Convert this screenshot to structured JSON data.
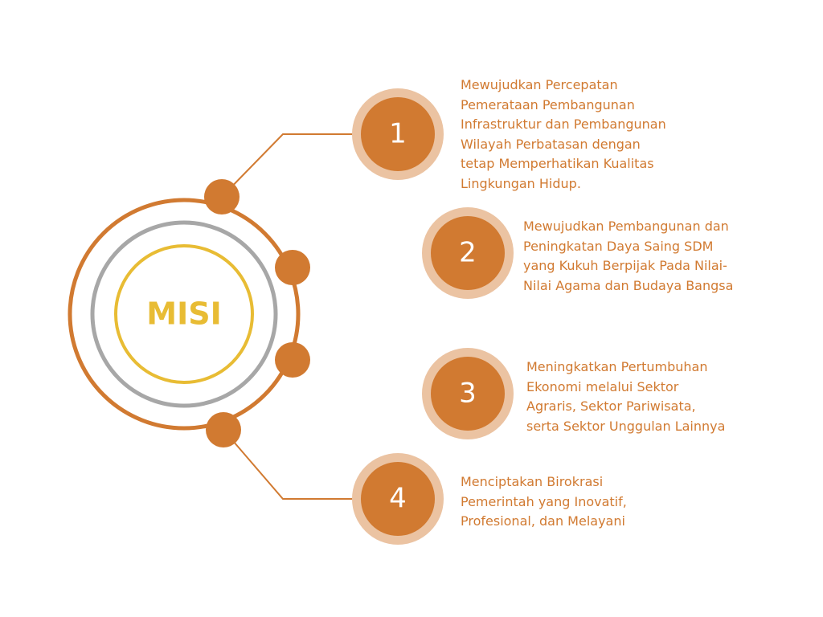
{
  "center": {
    "label": "MISI"
  },
  "colors": {
    "accent": "#D17A31",
    "halo": "#EBC3A2",
    "ring_gray": "#A7A7A7",
    "ring_yellow": "#E8BC34",
    "text": "#D17A31"
  },
  "missions": [
    {
      "number": "1",
      "lines": [
        "Mewujudkan Percepatan",
        "Pemerataan Pembangunan",
        "Infrastruktur dan Pembangunan",
        "Wilayah Perbatasan dengan",
        "tetap Memperhatikan Kualitas",
        "Lingkungan Hidup."
      ]
    },
    {
      "number": "2",
      "lines": [
        "Mewujudkan Pembangunan dan",
        "Peningkatan Daya Saing SDM",
        "yang Kukuh Berpijak Pada Nilai-",
        "Nilai Agama dan Budaya Bangsa"
      ]
    },
    {
      "number": "3",
      "lines": [
        "Meningkatkan Pertumbuhan",
        "Ekonomi melalui Sektor",
        "Agraris, Sektor Pariwisata,",
        "serta Sektor Unggulan Lainnya"
      ]
    },
    {
      "number": "4",
      "lines": [
        "Menciptakan Birokrasi",
        "Pemerintah yang Inovatif,",
        "Profesional, dan Melayani"
      ]
    }
  ]
}
